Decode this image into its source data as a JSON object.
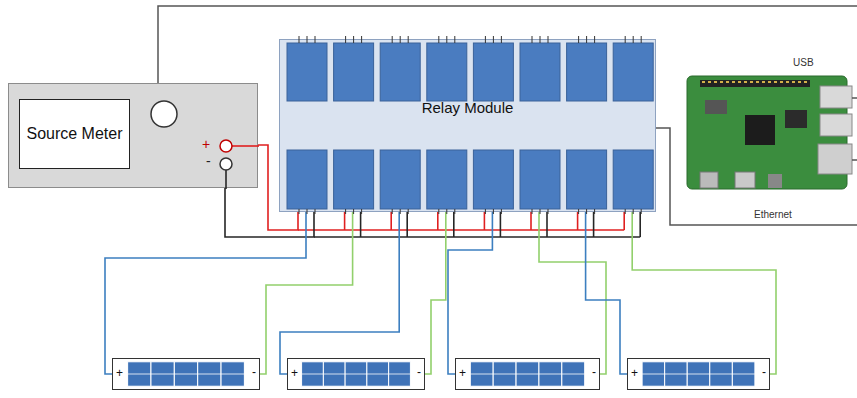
{
  "diagram": {
    "nodes": [
      {
        "text": [
          "+",
          "-"
        ]
      },
      {
        "text": [
          "Source Meter"
        ],
        "in": 0
      },
      {
        "text": [
          "Relay Module"
        ]
      },
      {
        "text": [
          "+",
          "-"
        ]
      },
      {
        "text": [
          "+",
          "-"
        ]
      },
      {
        "text": [
          "+",
          "-"
        ]
      },
      {
        "text": [
          "+",
          "-"
        ]
      }
    ],
    "edges": [
      {
        "from": 0,
        "to": 2,
        "arrow": "none"
      },
      {
        "from": 0,
        "to": 2,
        "arrow": "none"
      },
      {
        "from": 2,
        "to": 3,
        "arrow": "none"
      },
      {
        "from": 2,
        "to": 3,
        "arrow": "none"
      },
      {
        "from": 2,
        "to": 4,
        "arrow": "none"
      },
      {
        "from": 2,
        "to": 4,
        "arrow": "none"
      },
      {
        "from": 2,
        "to": 5,
        "arrow": "none"
      },
      {
        "from": 2,
        "to": 5,
        "arrow": "none"
      },
      {
        "from": 2,
        "to": 6,
        "arrow": "none"
      },
      {
        "from": 2,
        "to": 6,
        "arrow": "none"
      }
    ],
    "labels": [
      "USB",
      "Ethernet"
    ]
  }
}
